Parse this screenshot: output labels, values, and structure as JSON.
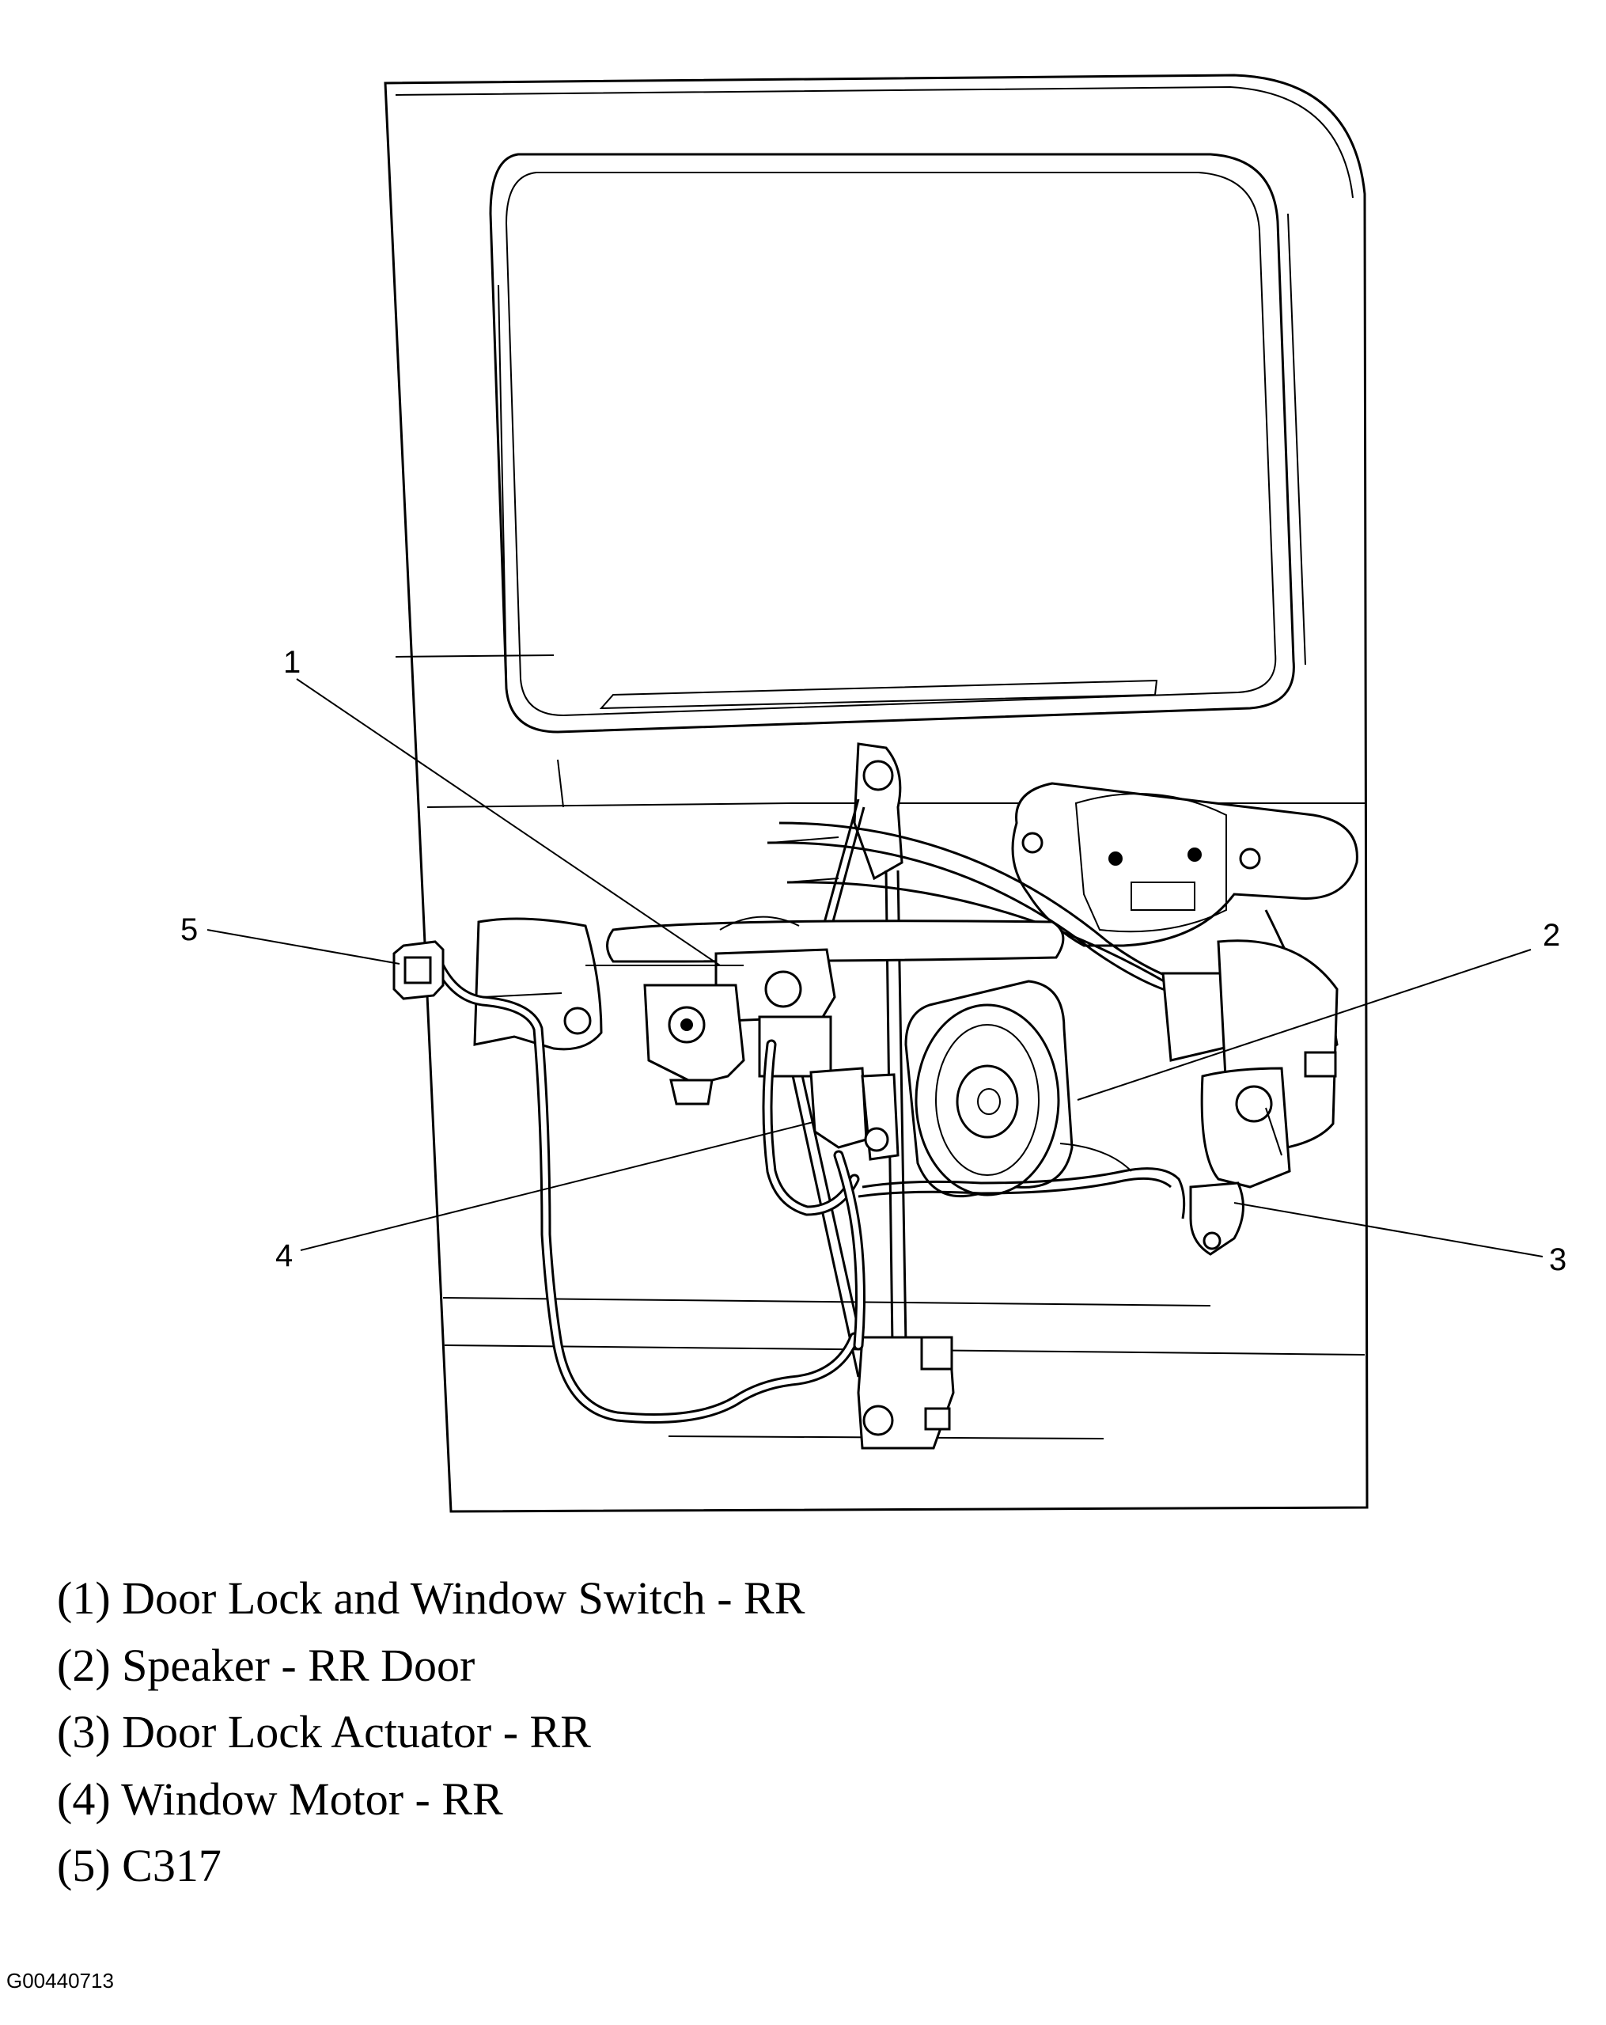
{
  "figure": {
    "callouts": [
      "1",
      "2",
      "3",
      "4",
      "5"
    ],
    "legend": [
      "(1) Door Lock and Window Switch - RR",
      "(2) Speaker - RR Door",
      "(3) Door Lock Actuator - RR",
      "(4) Window Motor - RR",
      "(5) C317"
    ],
    "figure_id": "G00440713"
  }
}
